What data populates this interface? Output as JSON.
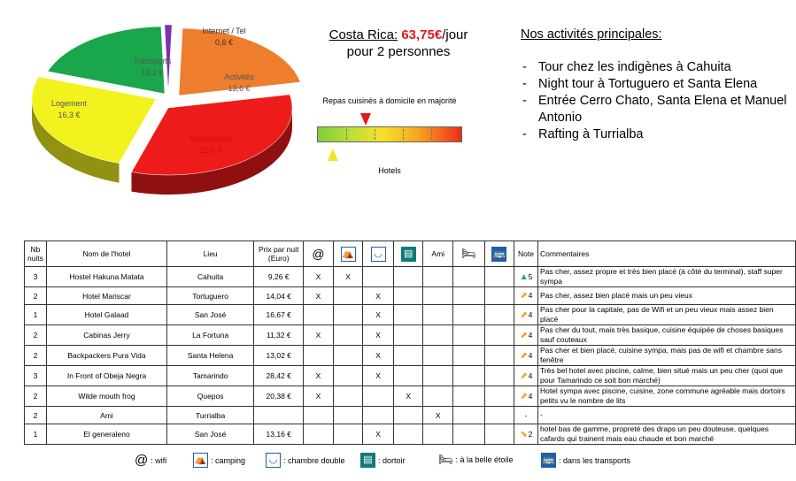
{
  "chart_data": {
    "type": "pie",
    "title": "",
    "slices": [
      {
        "label": "Alimentation",
        "value": 21.0,
        "value_label": "21,0 €",
        "color": "#ee1b1b"
      },
      {
        "label": "Logement",
        "value": 16.3,
        "value_label": "16,3 €",
        "color": "#f2f21e"
      },
      {
        "label": "Transports",
        "value": 12.2,
        "value_label": "12,2 €",
        "color": "#1aa64a"
      },
      {
        "label": "Internet / Tel",
        "value": 0.6,
        "value_label": "0,6 €",
        "color": "#7a32b0"
      },
      {
        "label": "Activités",
        "value": 13.6,
        "value_label": "13,6 €",
        "color": "#ee7d2d"
      }
    ]
  },
  "header": {
    "country": "Costa Rica:",
    "price": "63,75€",
    "unit": "/jour",
    "line2": "pour 2 personnes"
  },
  "activities": {
    "title": "Nos activités principales:",
    "items": [
      "Tour chez les indigènes à Cahuita",
      "Night tour à Tortuguero et Santa Elena",
      "Entrée Cerro Chato, Santa Elena et Manuel Antonio",
      "Rafting à Turrialba"
    ]
  },
  "gauge": {
    "top_label": "Repas cuisinés à domicile en majorité",
    "bottom_label": "Hotels",
    "food_level": 0.34,
    "hotels_level": 0.11
  },
  "table": {
    "headers": {
      "nights": "Nb nuits",
      "name": "Nom de l'hotel",
      "place": "Lieu",
      "price": "Prix par nuit (Euro)",
      "wifi": "@",
      "ami": "Ami",
      "note": "Note",
      "comments": "Commentaires"
    },
    "rows": [
      {
        "nights": "3",
        "name": "Hostel Hakuna Matata",
        "place": "Cahuita",
        "price": "9,26 €",
        "wifi": "X",
        "camping": "X",
        "double": "",
        "dortoir": "",
        "ami": "",
        "etoile": "",
        "transports": "",
        "note": "5",
        "trend": "up",
        "comment": "Pas cher, assez propre et très bien placé (à côté du terminal), staff super sympa"
      },
      {
        "nights": "2",
        "name": "Hotel Mariscar",
        "place": "Tortuguero",
        "price": "14,04 €",
        "wifi": "X",
        "camping": "",
        "double": "X",
        "dortoir": "",
        "ami": "",
        "etoile": "",
        "transports": "",
        "note": "4",
        "trend": "diag",
        "comment": "Pas cher, assez bien placé mais un peu vieux"
      },
      {
        "nights": "1",
        "name": "Hotel Galaad",
        "place": "San José",
        "price": "16,67 €",
        "wifi": "",
        "camping": "",
        "double": "X",
        "dortoir": "",
        "ami": "",
        "etoile": "",
        "transports": "",
        "note": "4",
        "trend": "diag",
        "comment": "Pas cher pour la capitale, pas de Wifi et un peu vieux mais assez bien placé"
      },
      {
        "nights": "2",
        "name": "Cabinas Jerry",
        "place": "La Fortuna",
        "price": "11,32 €",
        "wifi": "X",
        "camping": "",
        "double": "X",
        "dortoir": "",
        "ami": "",
        "etoile": "",
        "transports": "",
        "note": "4",
        "trend": "diag",
        "comment": "Pas cher du tout, mais très basique, cuisine équipée de choses basiques sauf couteaux"
      },
      {
        "nights": "2",
        "name": "Backpackers Pura Vida",
        "place": "Santa Helena",
        "price": "13,02 €",
        "wifi": "",
        "camping": "",
        "double": "X",
        "dortoir": "",
        "ami": "",
        "etoile": "",
        "transports": "",
        "note": "4",
        "trend": "diag",
        "comment": "Pas cher et bien placé, cuisine sympa, mais pas de wifi et chambre sans fenêtre"
      },
      {
        "nights": "3",
        "name": "In Front of Obeja Negra",
        "place": "Tamarindo",
        "price": "28,42 €",
        "wifi": "X",
        "camping": "",
        "double": "X",
        "dortoir": "",
        "ami": "",
        "etoile": "",
        "transports": "",
        "note": "4",
        "trend": "diag",
        "comment": "Très bel hotel avec piscine, calme, bien situé mais un peu cher (quoi que pour Tamarindo ce soit bon marché)"
      },
      {
        "nights": "2",
        "name": "Wilde mouth frog",
        "place": "Quepos",
        "price": "20,38 €",
        "wifi": "X",
        "camping": "",
        "double": "",
        "dortoir": "X",
        "ami": "",
        "etoile": "",
        "transports": "",
        "note": "4",
        "trend": "diag",
        "comment": "Hotel sympa avec piscine, cuisine, zone commune agréable mais dortoirs petits vu le nombre de lits"
      },
      {
        "nights": "2",
        "name": "Ami",
        "place": "Turrialba",
        "price": "",
        "wifi": "",
        "camping": "",
        "double": "",
        "dortoir": "",
        "ami": "X",
        "etoile": "",
        "transports": "",
        "note": "-",
        "trend": "",
        "comment": "-"
      },
      {
        "nights": "1",
        "name": "El generaleno",
        "place": "San José",
        "price": "13,16 €",
        "wifi": "",
        "camping": "",
        "double": "X",
        "dortoir": "",
        "ami": "",
        "etoile": "",
        "transports": "",
        "note": "2",
        "trend": "down",
        "comment": "hotel bas de gamme, propreté des draps un peu douteuse, quelques cafards qui trainent mais eau chaude et bon marché"
      }
    ]
  },
  "legend": {
    "wifi": ": wifi",
    "camping": ": camping",
    "double": ": chambre double",
    "dortoir": ": dortoir",
    "etoile": ": à la belle étoile",
    "transports": ": dans les transports"
  }
}
